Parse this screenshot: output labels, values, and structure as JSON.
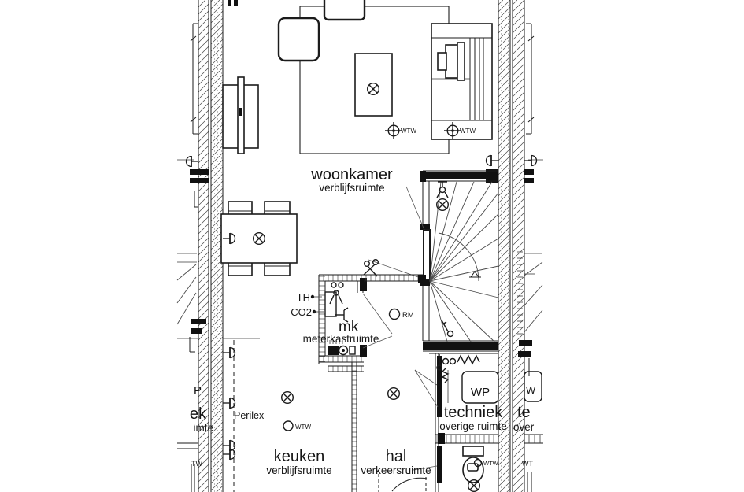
{
  "background": "#ffffff",
  "ink": "#1b1b1b",
  "rooms": {
    "woonkamer": {
      "name": "woonkamer",
      "type": "verblijfsruimte"
    },
    "keuken": {
      "name": "keuken",
      "type": "verblijfsruimte"
    },
    "hal": {
      "name": "hal",
      "type": "verkeersruimte"
    },
    "techniek": {
      "name": "techniek",
      "type": "overige ruimte"
    },
    "meterkast": {
      "name": "mk",
      "type": "meterkastruimte"
    }
  },
  "annotations": {
    "thermostat": "TH",
    "co2_sensor": "CO2",
    "smoke_detector": "RM",
    "heat_pump": "WP",
    "perilex_socket": "Perilex",
    "ventilation": "WTW"
  },
  "neighbor_left": {
    "heat_pump": "P",
    "techniek": "ek",
    "ruimte": "imte",
    "ventilation": "TW"
  },
  "neighbor_right": {
    "heat_pump": "W",
    "techniek": "te",
    "overige": "over",
    "ventilation": "WT"
  }
}
